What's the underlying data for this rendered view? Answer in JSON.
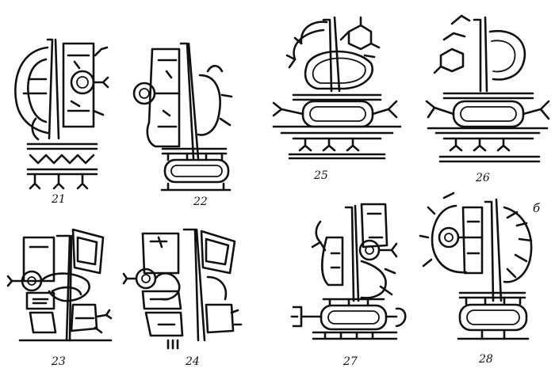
{
  "figure": {
    "ink_color": "#111111",
    "background": "#ffffff",
    "labels": {
      "f21": "21",
      "f22": "22",
      "f23": "23",
      "f24": "24",
      "f25": "25",
      "f26": "26",
      "f27": "27",
      "f28": "28",
      "f28_mark": "б"
    }
  }
}
